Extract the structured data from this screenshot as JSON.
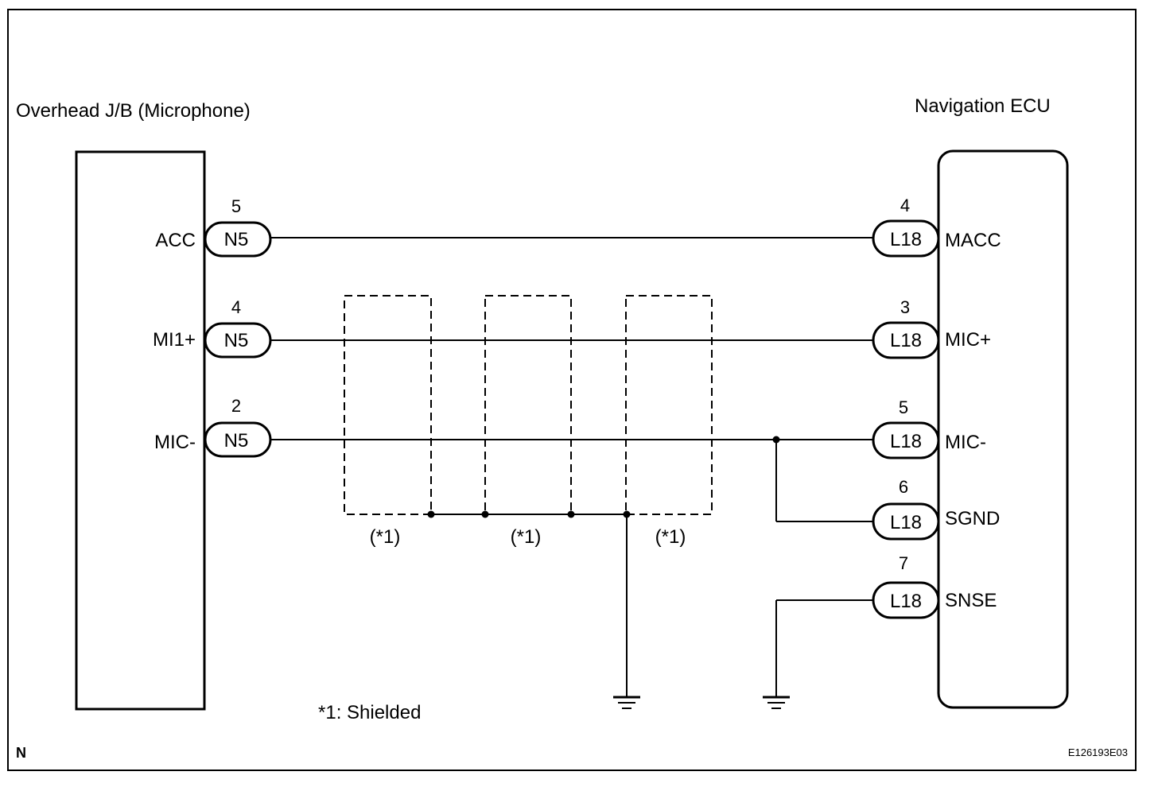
{
  "left_component": {
    "title": "Overhead J/B (Microphone)"
  },
  "right_component": {
    "title": "Navigation ECU"
  },
  "left_pins": [
    {
      "signal": "ACC",
      "pin": "5",
      "connector": "N5"
    },
    {
      "signal": "MI1+",
      "pin": "4",
      "connector": "N5"
    },
    {
      "signal": "MIC-",
      "pin": "2",
      "connector": "N5"
    }
  ],
  "right_pins": [
    {
      "signal": "MACC",
      "pin": "4",
      "connector": "L18"
    },
    {
      "signal": "MIC+",
      "pin": "3",
      "connector": "L18"
    },
    {
      "signal": "MIC-",
      "pin": "5",
      "connector": "L18"
    },
    {
      "signal": "SGND",
      "pin": "6",
      "connector": "L18"
    },
    {
      "signal": "SNSE",
      "pin": "7",
      "connector": "L18"
    }
  ],
  "shield_labels": [
    "(*1)",
    "(*1)",
    "(*1)"
  ],
  "legend": {
    "shielded_note": "*1: Shielded"
  },
  "footer": {
    "corner_letter": "N",
    "figure_id": "E126193E03"
  }
}
